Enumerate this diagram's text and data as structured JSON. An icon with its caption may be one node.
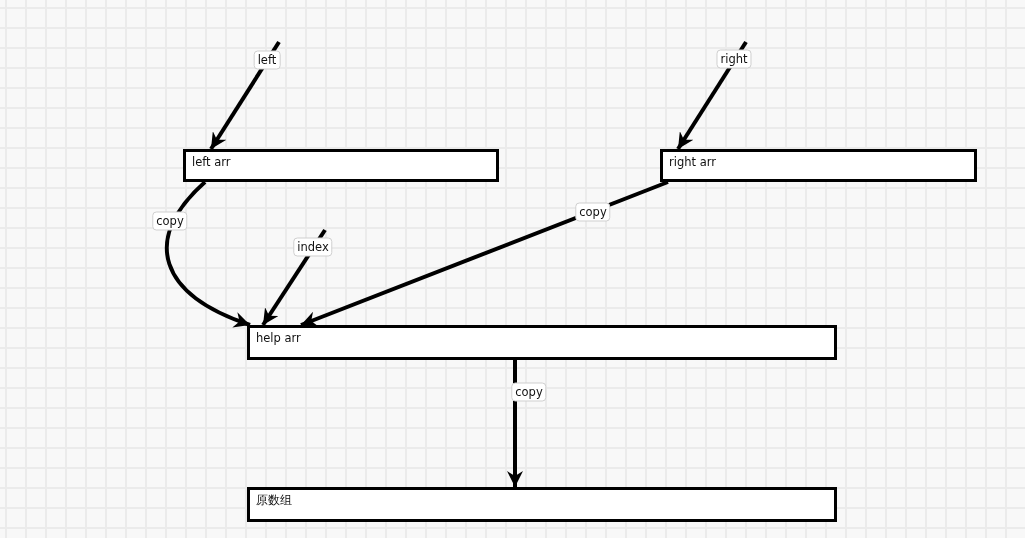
{
  "diagram": {
    "nodes": [
      {
        "text": [
          "left arr"
        ]
      },
      {
        "text": [
          "right arr"
        ]
      },
      {
        "text": [
          "help arr"
        ]
      },
      {
        "text": [
          "原数组"
        ]
      }
    ],
    "edges": [
      {
        "from": null,
        "to": 0,
        "arrow": "to",
        "label": "left"
      },
      {
        "from": null,
        "to": 1,
        "arrow": "to",
        "label": "right"
      },
      {
        "from": 0,
        "to": 2,
        "arrow": "to",
        "label": "copy"
      },
      {
        "from": null,
        "to": 2,
        "arrow": "to",
        "label": "index"
      },
      {
        "from": 1,
        "to": 2,
        "arrow": "to",
        "label": "copy"
      },
      {
        "from": 2,
        "to": 3,
        "arrow": "to",
        "label": "copy"
      }
    ]
  }
}
